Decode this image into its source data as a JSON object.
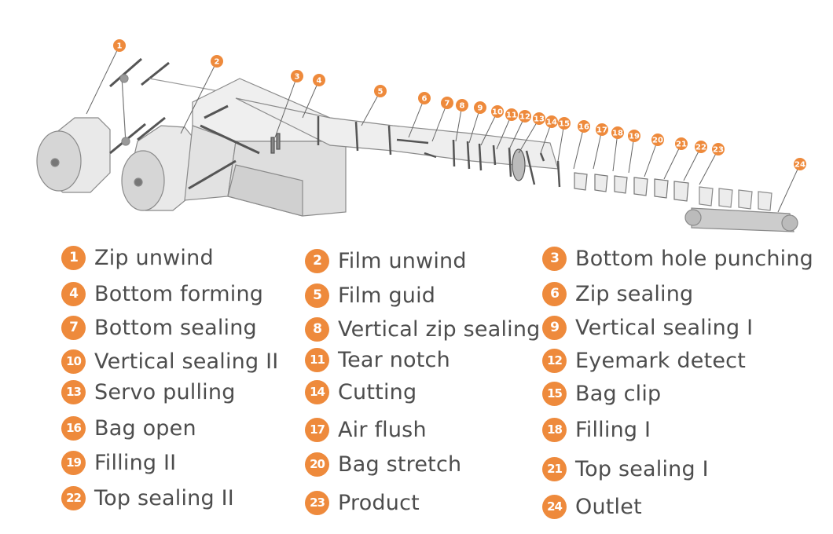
{
  "colors": {
    "badge": "#ee8a3c",
    "label_text": "#4d4d4d",
    "machine_fill": "#e6e6e6",
    "machine_stroke": "#8a8a8a"
  },
  "steps": [
    {
      "num": "1",
      "label": "Zip unwind"
    },
    {
      "num": "2",
      "label": "Film unwind"
    },
    {
      "num": "3",
      "label": "Bottom hole punching"
    },
    {
      "num": "4",
      "label": "Bottom forming"
    },
    {
      "num": "5",
      "label": "Film guid"
    },
    {
      "num": "6",
      "label": "Zip sealing"
    },
    {
      "num": "7",
      "label": "Bottom sealing"
    },
    {
      "num": "8",
      "label": "Vertical zip sealing"
    },
    {
      "num": "9",
      "label": "Vertical sealing Ⅰ"
    },
    {
      "num": "10",
      "label": "Vertical sealing II"
    },
    {
      "num": "11",
      "label": "Tear notch"
    },
    {
      "num": "12",
      "label": "Eyemark detect"
    },
    {
      "num": "13",
      "label": "Servo pulling"
    },
    {
      "num": "14",
      "label": "Cutting"
    },
    {
      "num": "15",
      "label": "Bag clip"
    },
    {
      "num": "16",
      "label": "Bag open"
    },
    {
      "num": "17",
      "label": "Air flush"
    },
    {
      "num": "18",
      "label": "Filling Ⅰ"
    },
    {
      "num": "19",
      "label": "Filling II"
    },
    {
      "num": "20",
      "label": "Bag stretch"
    },
    {
      "num": "21",
      "label": "Top sealing Ⅰ"
    },
    {
      "num": "22",
      "label": "Top sealing II"
    },
    {
      "num": "23",
      "label": "Product"
    },
    {
      "num": "24",
      "label": "Outlet"
    }
  ]
}
